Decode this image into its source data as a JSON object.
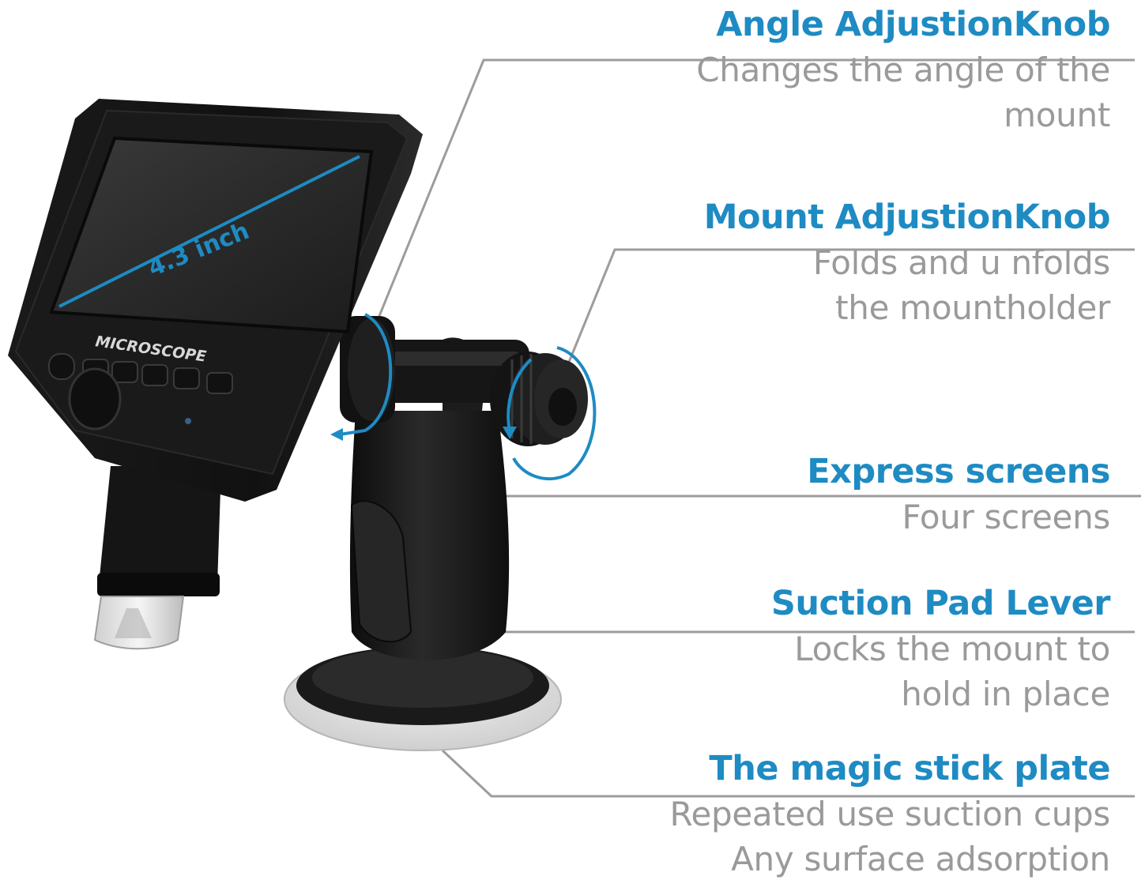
{
  "device": {
    "screen_size_label": "4.3 inch",
    "brand_label": "MICROSCOPE"
  },
  "callouts": [
    {
      "title": "Angle AdjustionKnob",
      "lines": [
        "Changes the angle of the",
        "mount"
      ]
    },
    {
      "title": "Mount AdjustionKnob",
      "lines": [
        "Folds and u nfolds",
        "the mountholder"
      ]
    },
    {
      "title": "Express screens",
      "lines": [
        "Four screens"
      ]
    },
    {
      "title": "Suction Pad Lever",
      "lines": [
        "Locks the mount to",
        "hold in place"
      ]
    },
    {
      "title": "The magic stick plate",
      "lines": [
        "Repeated use suction cups",
        "Any surface adsorption"
      ]
    }
  ],
  "colors": {
    "title_blue": "#1e8bc3",
    "description_gray": "#9a9a9a",
    "leader_line_gray": "#9c9c9c",
    "device_black": "#151515"
  }
}
